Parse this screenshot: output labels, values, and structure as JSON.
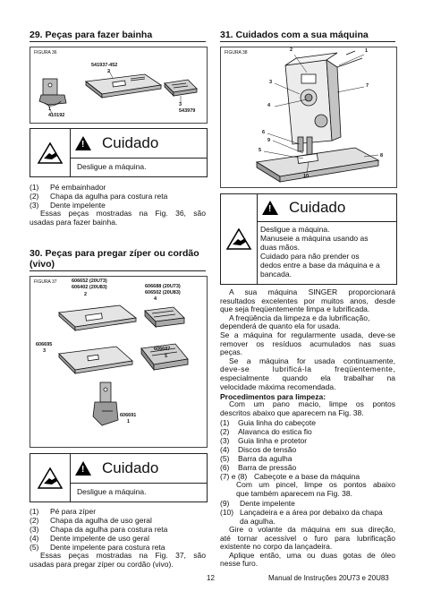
{
  "left": {
    "sec29": {
      "title": "29. Peças para fazer bainha",
      "fig_label": "FIGURA 36",
      "part_541937_452": "541937-452",
      "n2": "2",
      "n1": "1",
      "part_410192": "410192",
      "n3": "3",
      "part_543979": "543979"
    },
    "caution1": {
      "heading": "Cuidado",
      "body": "Desligue a máquina."
    },
    "list29": [
      {
        "num": "(1)",
        "text": "Pé embainhador"
      },
      {
        "num": "(2)",
        "text": "Chapa da agulha para costura reta"
      },
      {
        "num": "(3)",
        "text": "Dente impelente"
      }
    ],
    "para29": [
      "Essas peças mostradas na Fig. 36, são",
      "usadas para fazer bainha."
    ],
    "sec30": {
      "title_line1": "30.  Peças para pregar zíper ou cordão",
      "title_line2": "(vivo)",
      "fig_label": "FIGURA 37",
      "p1a": "606652 (20U73)",
      "p1b": "606402 (20U83)",
      "p2a": "606688 (20U73)",
      "p2b": "606502 (20U83)",
      "p3": "606695",
      "p4": "606697",
      "p5": "606691",
      "n1": "1",
      "n2": "2",
      "n3": "3",
      "n4": "4",
      "n5": "5"
    },
    "caution2": {
      "heading": "Cuidado",
      "body": "Desligue a máquina."
    },
    "list30": [
      {
        "num": "(1)",
        "text": "Pé para zíper"
      },
      {
        "num": "(2)",
        "text": "Chapa da agulha de uso geral"
      },
      {
        "num": "(3)",
        "text": "Chapa da agulha para costura reta"
      },
      {
        "num": "(4)",
        "text": "Dente impelente de uso geral"
      },
      {
        "num": "(5)",
        "text": "Dente impelente para costura reta"
      }
    ],
    "para30": [
      "Essas peças mostradas na Fig. 37, são",
      "usadas para pregar zíper ou cordão (vivo)."
    ]
  },
  "right": {
    "sec31": {
      "title": "31. Cuidados com a sua máquina",
      "fig_label": "FIGURA 38",
      "n1": "1",
      "n2": "2",
      "n3": "3",
      "n4": "4",
      "n5": "5",
      "n6": "6",
      "n7": "7",
      "n8": "8",
      "n9": "9",
      "n10": "10"
    },
    "caution3": {
      "heading": "Cuidado",
      "lines": [
        "Desligue a máquina.",
        "Manuseie a máquina usando as",
        "duas mãos.",
        "Cuidado para não prender os",
        "dedos entre a base da máquina e a",
        "bancada."
      ]
    },
    "para1": [
      "A sua máquina SINGER proporcionará",
      "resultados excelentes por muitos anos, desde",
      "que seja freqüentemente limpa e lubrificada.",
      "A freqüência da limpeza e da lubrificação,",
      "dependerá de quanto ela for usada.",
      "Se a máquina for regularmente usada, deve-se",
      "remover os resíduos acumulados nas suas",
      "peças.",
      "Se a máquina for usada continuamente,",
      "deve-se lubrificá-la freqüentemente,",
      "especialmente quando ela trabalhar na",
      "velocidade máxima recomendada."
    ],
    "proc_title": "Procedimentos para limpeza:",
    "proc_intro": [
      "Com um pano macio, limpe os pontos",
      "descritos abaixo que aparecem na Fig. 38."
    ],
    "list31a": [
      {
        "num": "(1)",
        "text": "Guia linha do cabeçote"
      },
      {
        "num": "(2)",
        "text": "Alavanca do estica fio"
      },
      {
        "num": "(3)",
        "text": "Guia linha e protetor"
      },
      {
        "num": "(4)",
        "text": "Discos de tensão"
      },
      {
        "num": "(5)",
        "text": "Barra da agulha"
      },
      {
        "num": "(6)",
        "text": "Barra de pressão"
      },
      {
        "num": "(7) e (8)",
        "text": "Cabeçote e a base da máquina"
      }
    ],
    "brush": [
      "Com um pincel, limpe os pontos abaixo",
      "que também aparecem na Fig. 38."
    ],
    "list31b": [
      {
        "num": "(9)",
        "text": "Dente impelente"
      },
      {
        "num": "(10)",
        "text": "Lançadeira e a área por debaixo da chapa"
      }
    ],
    "list31b_cont": "da agulha.",
    "para2": [
      "Gire o volante da máquina em sua direção,",
      "até tornar acessível o furo para lubrificação",
      "existente no corpo da lançadeira.",
      "Aplique então, uma ou duas gotas de óleo",
      "nesse furo."
    ]
  },
  "footer": {
    "page": "12",
    "manual": "Manual de Instruções 20U73 e 20U83"
  }
}
